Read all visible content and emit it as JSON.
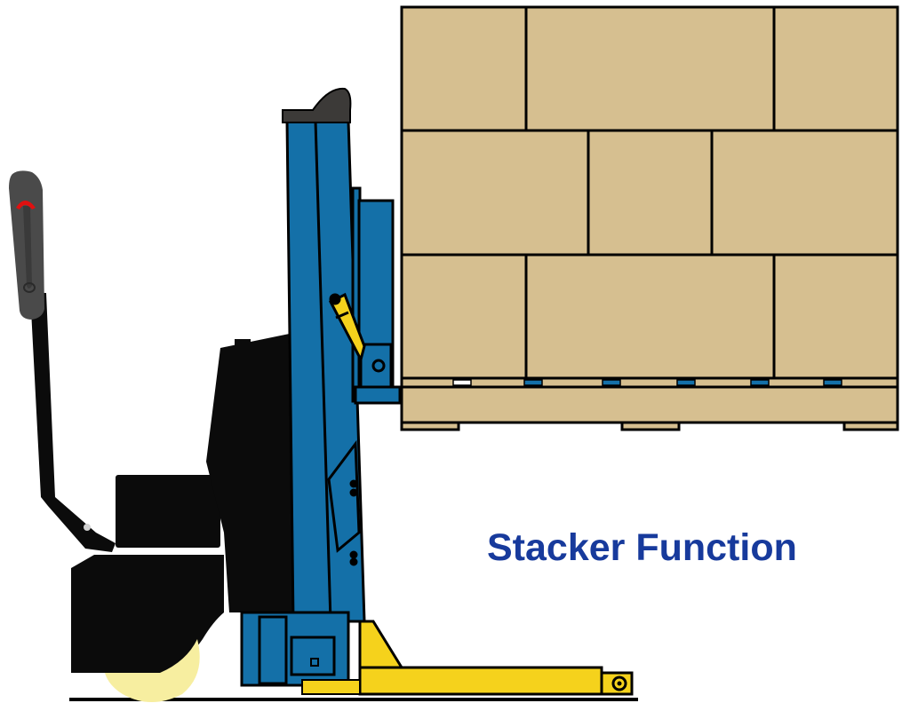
{
  "caption": {
    "text": "Stacker Function",
    "color": "#173a9c"
  },
  "colors": {
    "mast_blue": "#1470a8",
    "fork_yellow": "#f5d21c",
    "cardboard": "#d6bf90",
    "body_black": "#0b0b0b",
    "handle_gray": "#4a4a4a",
    "handle_red": "#e01010",
    "wheel": "#f7eea0",
    "outline": "#000000",
    "mast_cap": "#3c3a38"
  },
  "illustration": {
    "subject": "electric pallet stacker lifting a pallet of boxes",
    "parts": [
      "tiller-handle",
      "drive-unit",
      "battery-cover",
      "mast",
      "carriage",
      "lift-cylinder",
      "forks",
      "load-wheel",
      "drive-wheel",
      "pallet",
      "boxes"
    ]
  }
}
